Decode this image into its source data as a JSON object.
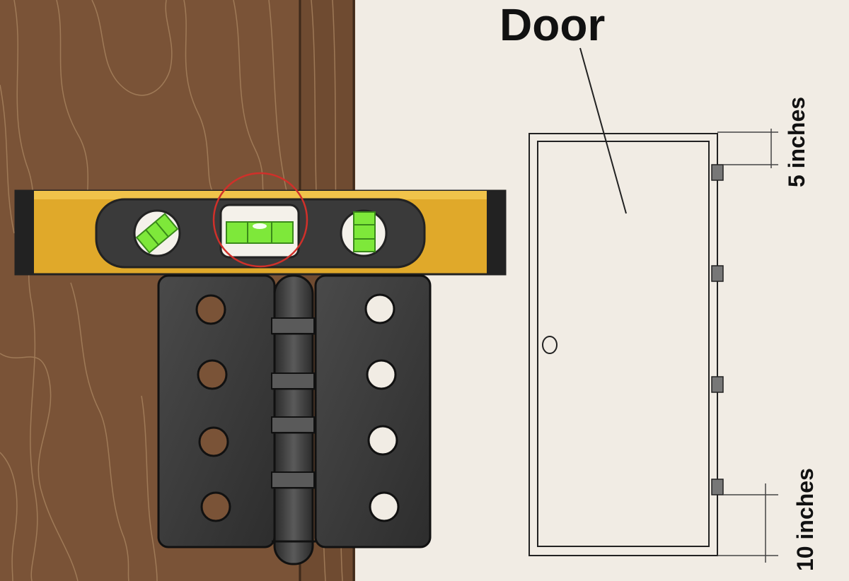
{
  "diagram": {
    "door_label": "Door",
    "top_dimension": "5 inches",
    "bottom_dimension": "10 inches"
  },
  "colors": {
    "wall": "#f1ece4",
    "wood": "#7a5337",
    "wood_grain": "#a98460",
    "level_body": "#e0a92a",
    "level_window": "#3a3a3a",
    "bubble": "#7ee83a",
    "highlight_circle": "#d0302a",
    "hinge": "#3c3c3c",
    "outline": "#222222"
  }
}
